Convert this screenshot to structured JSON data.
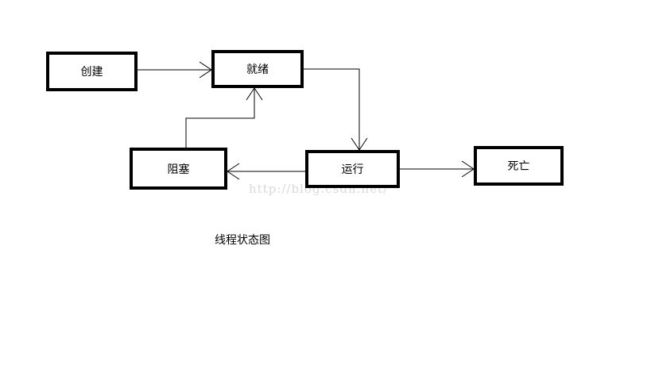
{
  "diagram": {
    "nodes": {
      "create": "创建",
      "ready": "就绪",
      "blocked": "阻塞",
      "running": "运行",
      "dead": "死亡"
    },
    "caption": "线程状态图",
    "watermark": "http://blog.csdn.net/",
    "colors": {
      "stroke": "#000000",
      "watermark": "#d9d9d9"
    }
  }
}
